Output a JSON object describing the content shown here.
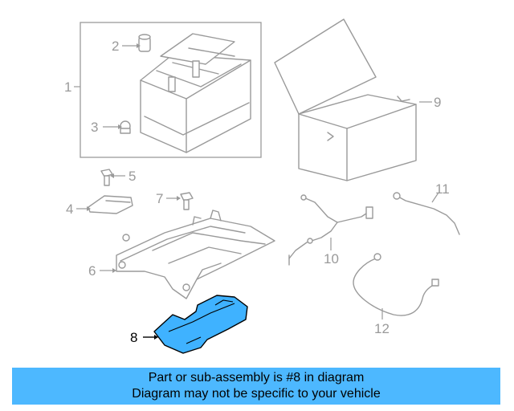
{
  "callouts": {
    "c1": "1",
    "c2": "2",
    "c3": "3",
    "c4": "4",
    "c5": "5",
    "c6": "6",
    "c7": "7",
    "c8": "8",
    "c9": "9",
    "c10": "10",
    "c11": "11",
    "c12": "12"
  },
  "highlight": {
    "part": "8",
    "color": "#3fb2ff"
  },
  "banner": {
    "line1": "Part or sub-assembly is #8 in diagram",
    "line2": "Diagram may not be specific to your vehicle",
    "color": "#4db8ff"
  }
}
